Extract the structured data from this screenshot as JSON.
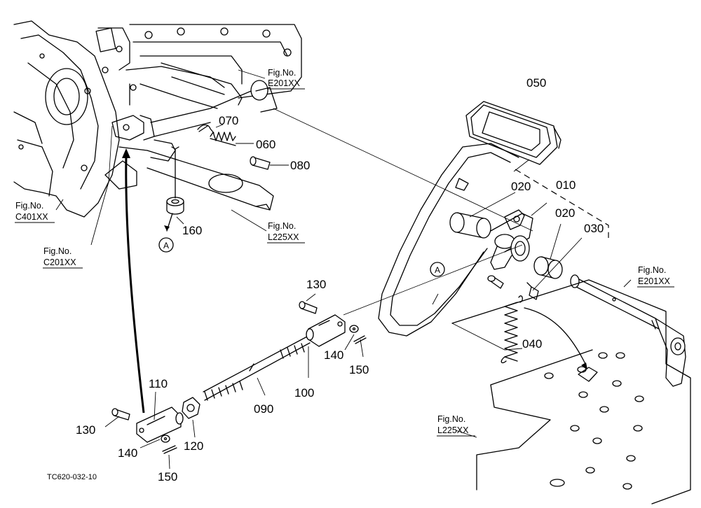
{
  "figure_code": "TC620-032-10",
  "parts": [
    {
      "id": "p010",
      "label": "010"
    },
    {
      "id": "p020a",
      "label": "020"
    },
    {
      "id": "p020b",
      "label": "020"
    },
    {
      "id": "p030",
      "label": "030"
    },
    {
      "id": "p040",
      "label": "040"
    },
    {
      "id": "p050",
      "label": "050"
    },
    {
      "id": "p060",
      "label": "060"
    },
    {
      "id": "p070",
      "label": "070"
    },
    {
      "id": "p080",
      "label": "080"
    },
    {
      "id": "p090",
      "label": "090"
    },
    {
      "id": "p100",
      "label": "100"
    },
    {
      "id": "p110",
      "label": "110"
    },
    {
      "id": "p120",
      "label": "120"
    },
    {
      "id": "p130a",
      "label": "130"
    },
    {
      "id": "p130b",
      "label": "130"
    },
    {
      "id": "p140a",
      "label": "140"
    },
    {
      "id": "p140b",
      "label": "140"
    },
    {
      "id": "p150a",
      "label": "150"
    },
    {
      "id": "p150b",
      "label": "150"
    },
    {
      "id": "p160",
      "label": "160"
    }
  ],
  "fig_refs": [
    {
      "id": "e201_top",
      "line1": "Fig.No.",
      "line2": "E201XX"
    },
    {
      "id": "c401",
      "line1": "Fig.No.",
      "line2": "C401XX"
    },
    {
      "id": "c201",
      "line1": "Fig.No.",
      "line2": "C201XX"
    },
    {
      "id": "l225_top",
      "line1": "Fig.No.",
      "line2": "L225XX"
    },
    {
      "id": "e201_right",
      "line1": "Fig.No.",
      "line2": "E201XX"
    },
    {
      "id": "l225_bottom",
      "line1": "Fig.No.",
      "line2": "L225XX"
    }
  ],
  "markers": [
    {
      "id": "marker_a1",
      "label": "A"
    },
    {
      "id": "marker_a2",
      "label": "A"
    }
  ]
}
